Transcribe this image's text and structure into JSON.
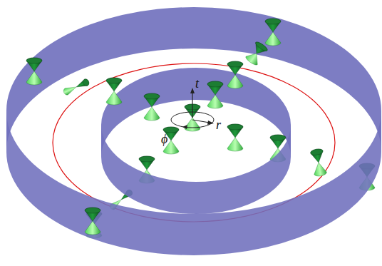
{
  "diagram": {
    "labels": [
      "t",
      "r",
      "ϕ"
    ]
  }
}
